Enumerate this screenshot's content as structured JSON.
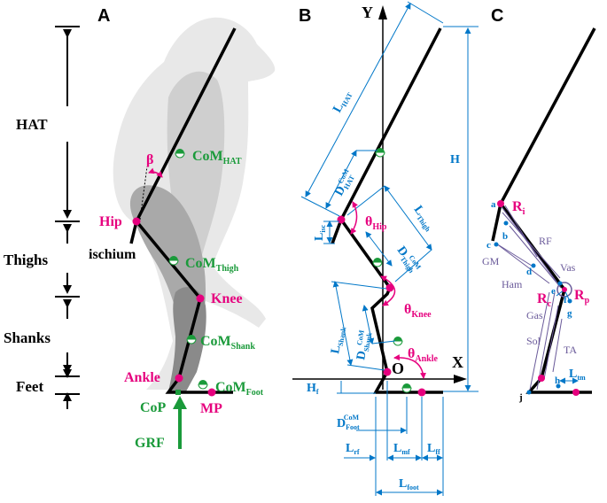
{
  "panels": {
    "a": "A",
    "b": "B",
    "c": "C"
  },
  "segments": {
    "hat": "HAT",
    "thighs": "Thighs",
    "shanks": "Shanks",
    "feet": "Feet"
  },
  "panel_a": {
    "beta": "β",
    "hip": "Hip",
    "ischium": "ischium",
    "knee": "Knee",
    "ankle": "Ankle",
    "cop": "CoP",
    "mp": "MP",
    "grf": "GRF",
    "com_hat": {
      "main": "CoM",
      "sub": "HAT"
    },
    "com_thigh": {
      "main": "CoM",
      "sub": "Thigh"
    },
    "com_shank": {
      "main": "CoM",
      "sub": "Shank"
    },
    "com_foot": {
      "main": "CoM",
      "sub": "Foot"
    }
  },
  "panel_b": {
    "y_axis": "Y",
    "x_axis": "X",
    "origin": "O",
    "h": "H",
    "hf": {
      "main": "H",
      "sub": "f"
    },
    "l_hat": {
      "main": "L",
      "sub": "HAT"
    },
    "d_hat": {
      "main": "D",
      "sub": "HAT",
      "sup": "CoM"
    },
    "l_isc": {
      "main": "L",
      "sub": "isc"
    },
    "theta_hip": {
      "main": "θ",
      "sub": "Hip"
    },
    "l_thigh": {
      "main": "L",
      "sub": "Thigh"
    },
    "d_thigh": {
      "main": "D",
      "sub": "Thigh",
      "sup": "CoM"
    },
    "theta_knee": {
      "main": "θ",
      "sub": "Knee"
    },
    "l_shank": {
      "main": "L",
      "sub": "Shank"
    },
    "d_shank": {
      "main": "D",
      "sub": "Shank",
      "sup": "CoM"
    },
    "theta_ankle": {
      "main": "θ",
      "sub": "Ankle"
    },
    "d_foot": {
      "main": "D",
      "sub": "Foot",
      "sup": "CoM"
    },
    "l_rf": {
      "main": "L",
      "sub": "rf"
    },
    "l_mf": {
      "main": "L",
      "sub": "mf"
    },
    "l_ff": {
      "main": "L",
      "sub": "ff"
    },
    "l_foot": {
      "main": "L",
      "sub": "foot"
    }
  },
  "panel_c": {
    "a": "a",
    "b": "b",
    "c": "c",
    "d": "d",
    "e": "e",
    "f": "f",
    "g": "g",
    "h": "h",
    "j": "j",
    "r_i": {
      "main": "R",
      "sub": "i"
    },
    "r_c": {
      "main": "R",
      "sub": "c"
    },
    "r_p": {
      "main": "R",
      "sub": "p"
    },
    "rf": "RF",
    "gm": "GM",
    "vas": "Vas",
    "ham": "Ham",
    "gas": "Gas",
    "sol": "Sol",
    "ta": "TA",
    "l_tm": {
      "main": "L",
      "sub": "tm"
    }
  },
  "colors": {
    "pink": "#e6007e",
    "green": "#1a9a3a",
    "blue": "#0077c8",
    "purple": "#6a5a9a"
  }
}
